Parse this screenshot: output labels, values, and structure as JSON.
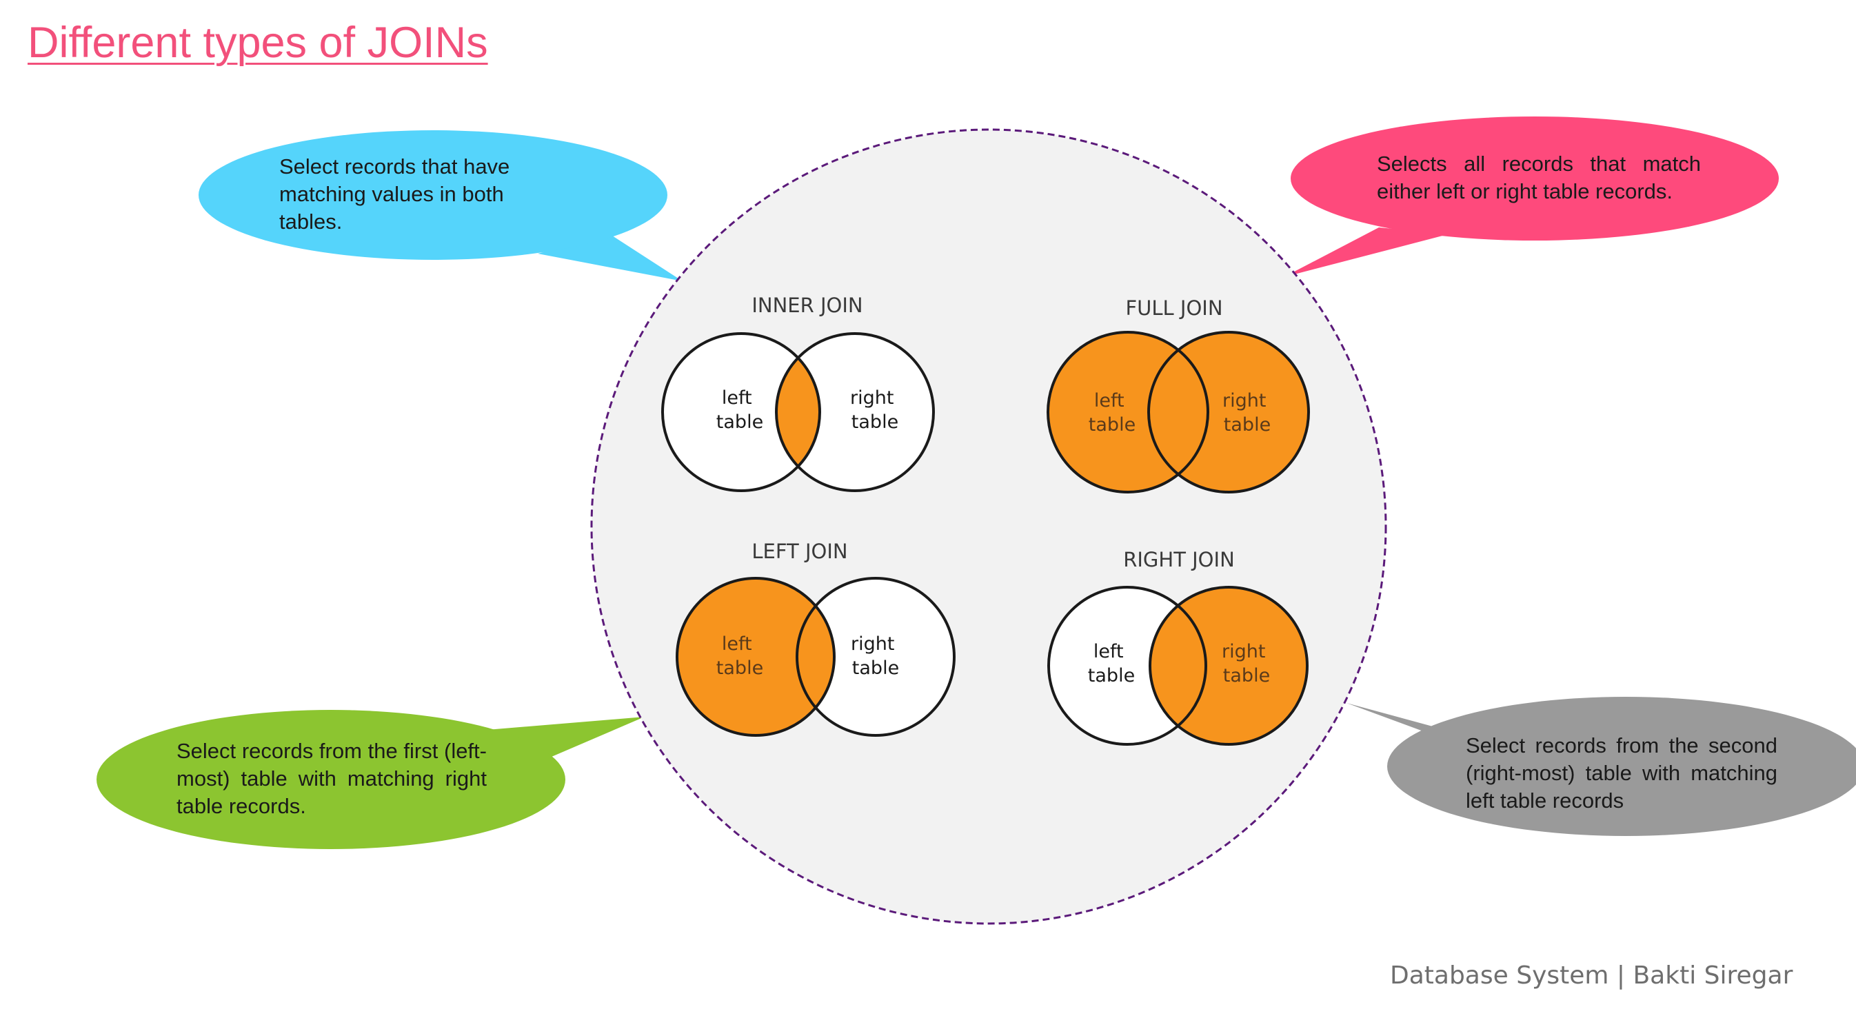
{
  "page": {
    "title": "Different types of JOINs",
    "footer": "Database System | Bakti Siregar"
  },
  "colors": {
    "title": "#f2507b",
    "highlight": "#f7941d",
    "center_fill": "#f2f2f2",
    "center_border": "#5b1a7a",
    "bubble_inner": "#55d4fb",
    "bubble_full": "#fe4a7c",
    "bubble_left": "#8cc530",
    "bubble_right": "#9a9a9a"
  },
  "joins": [
    {
      "id": "inner",
      "name": "INNER JOIN",
      "left_label": [
        "left",
        "table"
      ],
      "right_label": [
        "right",
        "table"
      ],
      "highlight": "intersection"
    },
    {
      "id": "full",
      "name": "FULL JOIN",
      "left_label": [
        "left",
        "table"
      ],
      "right_label": [
        "right",
        "table"
      ],
      "highlight": "both"
    },
    {
      "id": "left",
      "name": "LEFT JOIN",
      "left_label": [
        "left",
        "table"
      ],
      "right_label": [
        "right",
        "table"
      ],
      "highlight": "left"
    },
    {
      "id": "right",
      "name": "RIGHT JOIN",
      "left_label": [
        "left",
        "table"
      ],
      "right_label": [
        "right",
        "table"
      ],
      "highlight": "right"
    }
  ],
  "bubbles": {
    "inner": "Select records that have matching values in both tables.",
    "full": "Selects all records that match either left or right table records.",
    "left": "Select records from the first (left-most) table with matching right table records.",
    "right": "Select records from the second (right-most) table with matching left table records"
  }
}
